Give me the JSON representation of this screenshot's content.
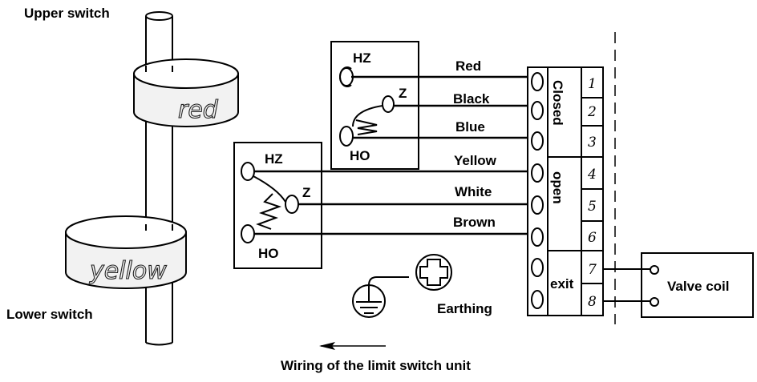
{
  "labels": {
    "upper_switch": "Upper switch",
    "lower_switch": "Lower switch",
    "cam_upper": "red",
    "cam_lower": "yellow",
    "caption": "Wiring of the limit switch unit",
    "earthing": "Earthing",
    "valve_coil": "Valve coil"
  },
  "switch_upper": {
    "hz": "HZ",
    "z": "Z",
    "ho": "HO"
  },
  "switch_lower": {
    "hz": "HZ",
    "z": "Z",
    "ho": "HO"
  },
  "wires": [
    "Red",
    "Black",
    "Blue",
    "Yellow",
    "White",
    "Brown"
  ],
  "groups": {
    "closed": "Closed",
    "open": "open",
    "exit": "exit"
  },
  "terminals": [
    "1",
    "2",
    "3",
    "4",
    "5",
    "6",
    "7",
    "8"
  ],
  "colors": {
    "line": "#000000",
    "cam_fill": "#f2f2f2",
    "background": "#ffffff"
  }
}
